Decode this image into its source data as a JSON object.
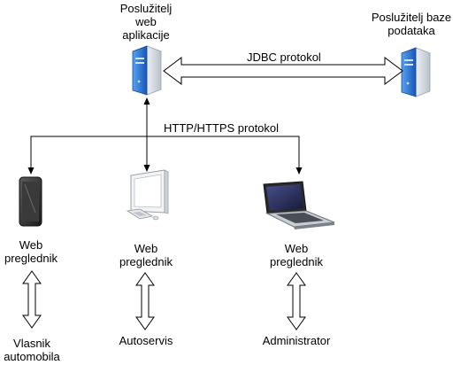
{
  "nodes": {
    "web_server": {
      "label": "Poslužitelj\nweb\naplikacije"
    },
    "db_server": {
      "label": "Poslužitelj baze\npodataka"
    },
    "browser_tablet": {
      "label": "Web\npreglednik"
    },
    "browser_desktop": {
      "label": "Web\npreglednik"
    },
    "browser_laptop": {
      "label": "Web\npreglednik"
    },
    "owner": {
      "label": "Vlasnik\nautomobila"
    },
    "autoservis": {
      "label": "Autoservis"
    },
    "administrator": {
      "label": "Administrator"
    }
  },
  "edges": {
    "jdbc": {
      "label": "JDBC protokol"
    },
    "http": {
      "label": "HTTP/HTTPS protokol"
    }
  },
  "colors": {
    "server_blue": "#1e6fd9",
    "server_gray": "#d9dde3",
    "line": "#000000"
  },
  "icons": {
    "web_server": "server-icon",
    "db_server": "server-icon",
    "tablet": "tablet-icon",
    "desktop": "desktop-computer-icon",
    "laptop": "laptop-icon"
  }
}
